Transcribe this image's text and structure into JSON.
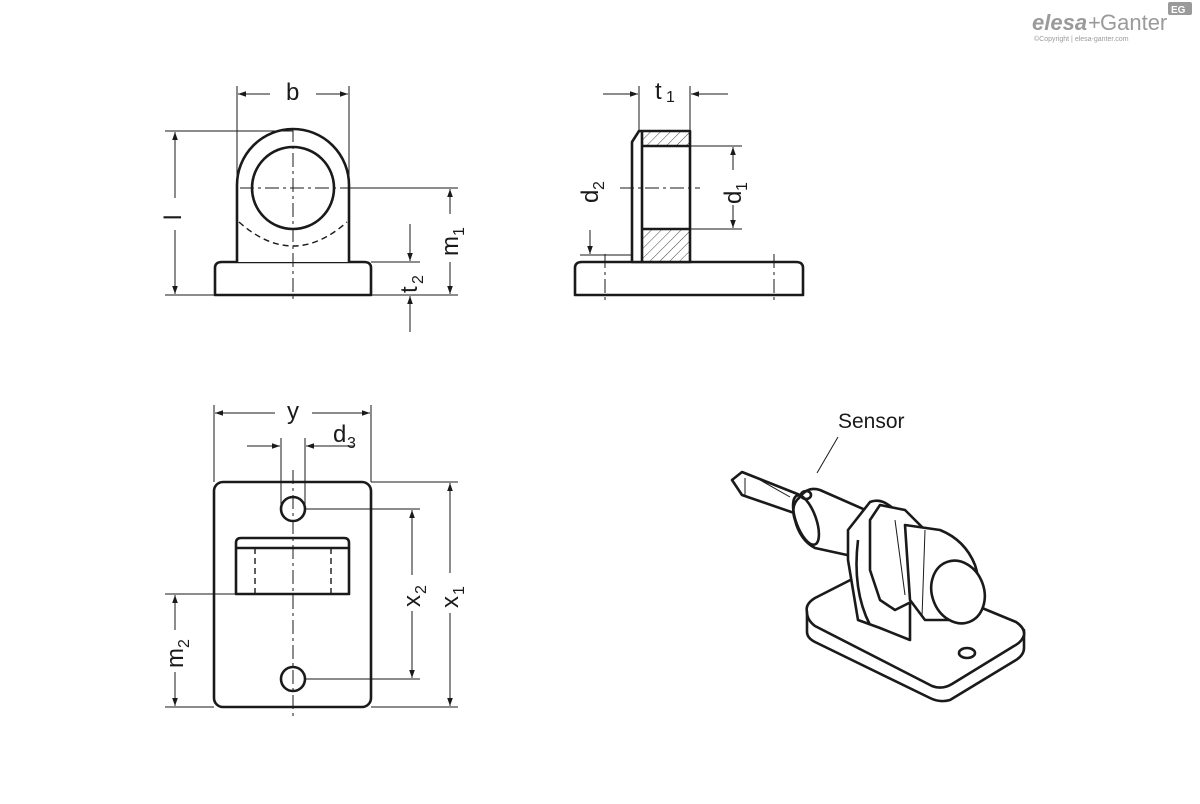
{
  "brand": {
    "name_part1": "elesa",
    "plus": "+",
    "name_part2": "Ganter",
    "mark": "EG",
    "copyright": "©Copyright | elesa-ganter.com",
    "color": "#9a9a9a"
  },
  "dimensions": {
    "b": "b",
    "l": "l",
    "m": "m",
    "m1_sub": "1",
    "t": "t",
    "t2_sub": "2",
    "t1_sub": "1",
    "d": "d",
    "d1_sub": "1",
    "d2_sub": "2",
    "y": "y",
    "d3_sub": "3",
    "x": "x",
    "x1_sub": "1",
    "x2_sub": "2",
    "m2_sub": "2"
  },
  "callouts": {
    "sensor": "Sensor"
  },
  "colors": {
    "line": "#1a1a1a",
    "background": "#ffffff"
  }
}
